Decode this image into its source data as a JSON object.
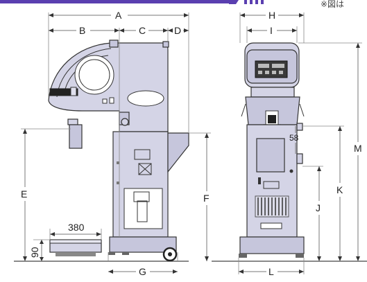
{
  "note": "※図は",
  "labels": {
    "A": "A",
    "B": "B",
    "C": "C",
    "D": "D",
    "E": "E",
    "F": "F",
    "G": "G",
    "H": "H",
    "I": "I",
    "J": "J",
    "K": "K",
    "L": "L",
    "M": "M"
  },
  "values": {
    "plate_width": "380",
    "plate_height": "90",
    "gap_58": "58"
  },
  "colors": {
    "machine_body": "#d4d4e6",
    "banner_blue": "#5a3fb0",
    "outline": "#333333",
    "dimension_line": "#777777"
  }
}
